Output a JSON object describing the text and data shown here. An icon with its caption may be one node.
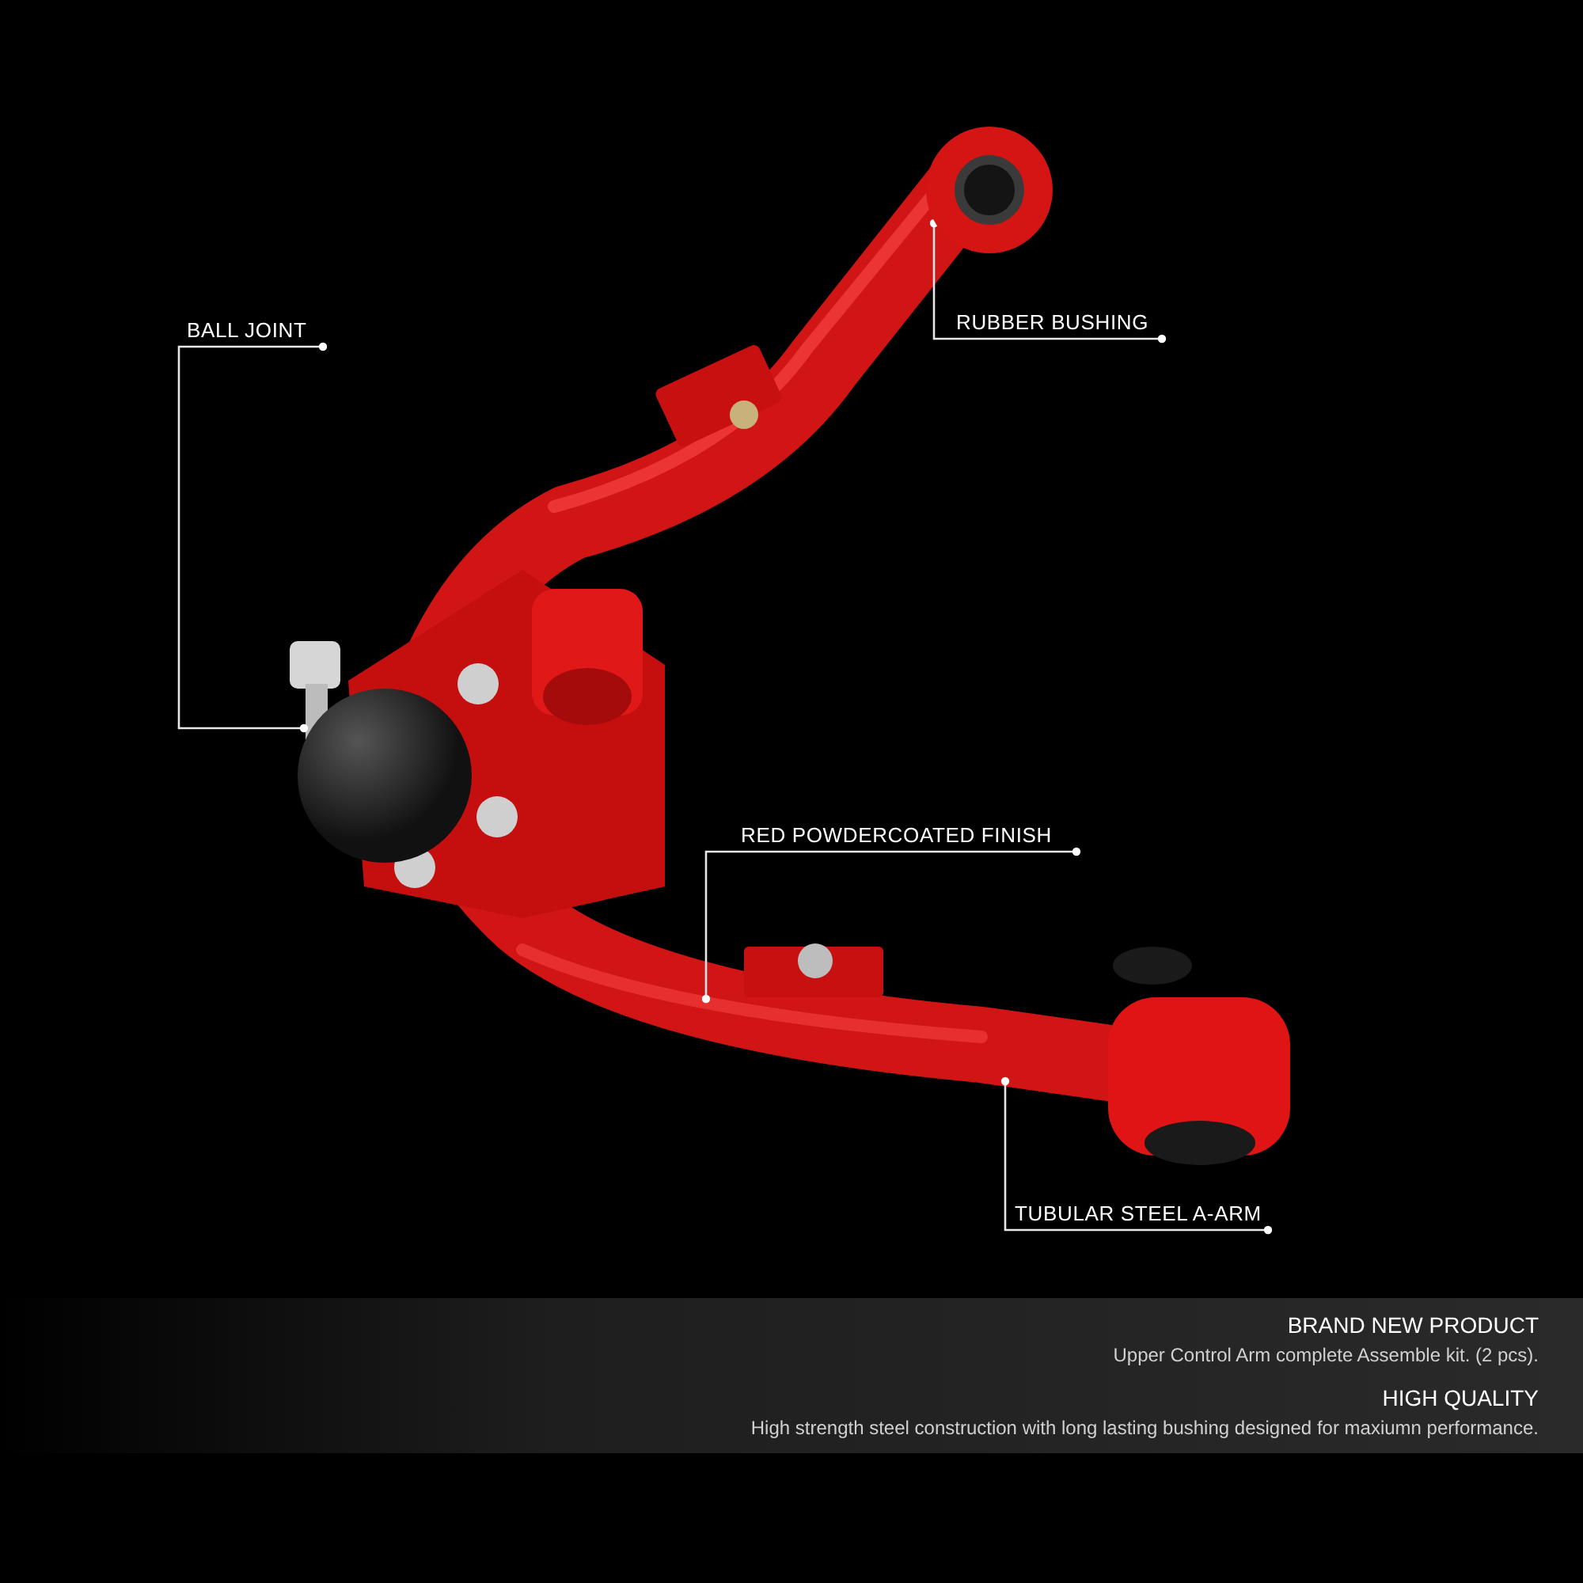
{
  "diagram": {
    "nodes": [
      {
        "text": [
          "BALL JOINT"
        ]
      },
      {
        "text": [],
        "shape": "picture"
      },
      {
        "text": [
          "RUBBER BUSHING"
        ]
      },
      {
        "text": [],
        "shape": "picture"
      },
      {
        "text": [
          "RED POWDERCOATED FINISH"
        ]
      },
      {
        "text": [
          "TUBULAR STEEL A-ARM"
        ]
      }
    ],
    "edges": [
      {
        "from": 0,
        "to": 1,
        "arrow": "other"
      },
      {
        "from": 2,
        "to": 3,
        "arrow": "other"
      },
      {
        "from": 4,
        "to": null,
        "arrow": "other"
      },
      {
        "from": 5,
        "to": null,
        "arrow": "other"
      }
    ],
    "labels": [
      "BRAND NEW PRODUCT",
      "Upper Control Arm complete Assemble kit. (2 pcs).",
      "HIGH QUALITY",
      "High strength steel construction with long lasting bushing designed for maxiumn performance."
    ]
  }
}
